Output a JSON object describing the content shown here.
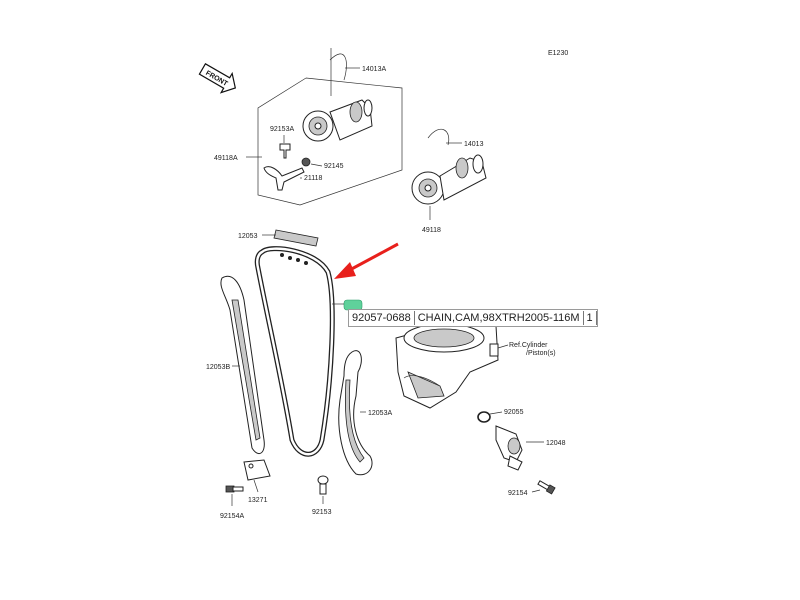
{
  "diagram": {
    "ref_code": "E1230",
    "front_label": "FRONT",
    "labels": {
      "p14013A": "14013A",
      "p92153A": "92153A",
      "p49118A": "49118A",
      "p92145": "92145",
      "p21118": "21118",
      "p14013": "14013",
      "p49118": "49118",
      "p12053": "12053",
      "p12053B": "12053B",
      "p12053A": "12053A",
      "p13271": "13271",
      "p92154A": "92154A",
      "p92153": "92153",
      "p92055": "92055",
      "p12048": "12048",
      "p92154": "92154",
      "ref_cylinder_1": "Ref.Cylinder",
      "ref_cylinder_2": "/Piston(s)"
    }
  },
  "tooltip": {
    "part_number": "92057-0688",
    "description": "CHAIN,CAM,98XTRH2005-116M",
    "quantity": "1"
  },
  "colors": {
    "arrow": "#e8201c",
    "hotspot": "#5fd19b"
  }
}
